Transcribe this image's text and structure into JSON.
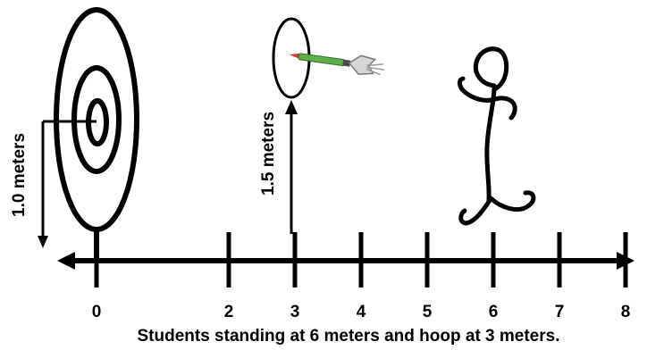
{
  "number_line": {
    "ticks": [
      {
        "value": 0,
        "label": "0"
      },
      {
        "value": 2,
        "label": "2"
      },
      {
        "value": 3,
        "label": "3"
      },
      {
        "value": 4,
        "label": "4"
      },
      {
        "value": 5,
        "label": "5"
      },
      {
        "value": 6,
        "label": "6"
      },
      {
        "value": 7,
        "label": "7"
      },
      {
        "value": 8,
        "label": "8"
      }
    ]
  },
  "target": {
    "height_label": "1.0 meters"
  },
  "hoop": {
    "height_label": "1.5 meters"
  },
  "caption": "Students standing at 6 meters and hoop at 3 meters.",
  "colors": {
    "ink": "#000000",
    "arrow_shaft": "#5fae4a",
    "arrow_tip": "#d23a3a",
    "fletching": "#9a9a9a"
  }
}
